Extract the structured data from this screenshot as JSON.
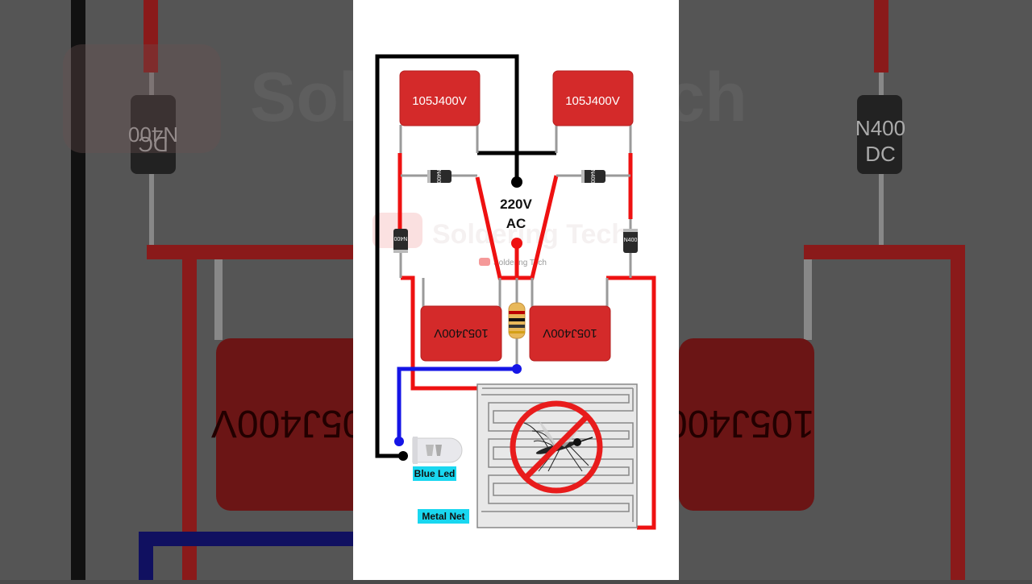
{
  "title": "",
  "channel": {
    "name": "Soldering Tech"
  },
  "source": {
    "voltage": "220V",
    "type": "AC"
  },
  "capacitors": [
    "105J400V",
    "105J400V",
    "105J400V",
    "105J400V"
  ],
  "diode_label": {
    "line1": "N400",
    "line2": "DC"
  },
  "labels": {
    "led": "Blue Led",
    "net": "Metal Net"
  },
  "colors": {
    "cap": "#d42a2a",
    "wire_red": "#ee1111",
    "wire_black": "#000000",
    "wire_blue": "#1515e6",
    "label_bg": "#19d7f0"
  }
}
